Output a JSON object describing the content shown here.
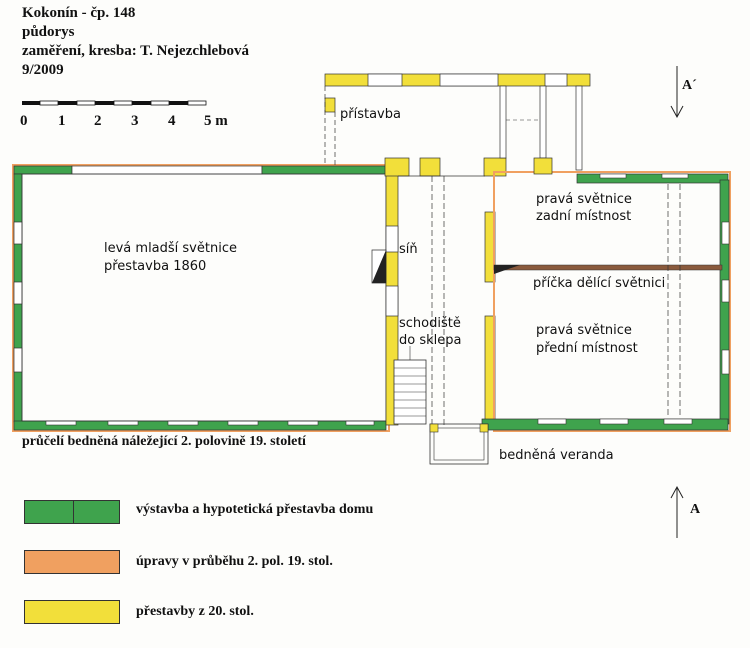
{
  "header": {
    "title": "Kokonín - čp. 148",
    "subtitle": "půdorys",
    "authors": "zaměření, kresba: T. Nejezchlebová",
    "date": "9/2009"
  },
  "scale": {
    "ticks": [
      "0",
      "1",
      "2",
      "3",
      "4",
      "5 m"
    ]
  },
  "rooms": {
    "pristavba": "přístavba",
    "leva_line1": "levá mladší světnice",
    "leva_line2": "přestavba 1860",
    "sin": "síň",
    "schodiste_line1": "schodiště",
    "schodiste_line2": "do sklepa",
    "prava_zadni_line1": "pravá světnice",
    "prava_zadni_line2": "zadní místnost",
    "pricka": "příčka dělící světnici",
    "prava_predni_line1": "pravá světnice",
    "prava_predni_line2": "přední místnost"
  },
  "annotations": {
    "pruceli": "průčelí bedněná náležející 2. polovině 19. století",
    "veranda": "bedněná veranda",
    "section_top": "A´",
    "section_bottom": "A"
  },
  "legend": [
    {
      "label": "výstavba a hypotetická přestavba domu",
      "color": "#3fa34d"
    },
    {
      "label": "úpravy v průběhu 2. pol. 19. stol.",
      "color": "#f0a060"
    },
    {
      "label": "přestavby z 20. stol.",
      "color": "#f2df3a"
    }
  ],
  "colors": {
    "green": "#3fa34d",
    "orange": "#f0a060",
    "yellow": "#f2df3a",
    "brown": "#8a5a3c"
  }
}
